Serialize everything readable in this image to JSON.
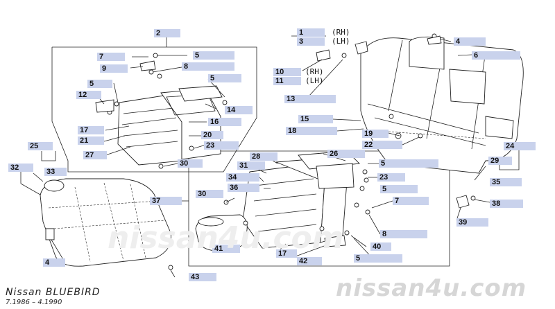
{
  "title": {
    "model": "Nissan BLUEBIRD",
    "years": "7.1986 – 4.1990"
  },
  "watermark": "nissan4u.com",
  "callouts": {
    "c2": "2",
    "c7": "7",
    "c5a": "5",
    "c9": "9",
    "c8a": "8",
    "c5b": "5",
    "c5c": "5",
    "c12": "12",
    "c14": "14",
    "c16": "16",
    "c17a": "17",
    "c21": "21",
    "c20": "20",
    "c23a": "23",
    "c27": "27",
    "c30a": "30",
    "c1": "1",
    "c3": "3",
    "c10": "10",
    "c11": "11",
    "c13": "13",
    "c4a": "4",
    "c6": "6",
    "c15": "15",
    "c18": "18",
    "c19": "19",
    "c22": "22",
    "c24": "24",
    "c29": "29",
    "c35": "35",
    "c38": "38",
    "c39": "39",
    "c25": "25",
    "c32": "32",
    "c33": "33",
    "c4b": "4",
    "c43": "43",
    "c28": "28",
    "c26": "26",
    "c31": "31",
    "c5d": "5",
    "c34": "34",
    "c23b": "23",
    "c36": "36",
    "c5e": "5",
    "c37": "37",
    "c30b": "30",
    "c7b": "7",
    "c8b": "8",
    "c41": "41",
    "c17b": "17",
    "c40": "40",
    "c42": "42",
    "c5f": "5"
  },
  "side_notes": {
    "rh1": "(RH)",
    "lh1": "(LH)",
    "rh2": "(RH)",
    "lh2": "(LH)"
  },
  "colors": {
    "label_bg": "#c9d2ec",
    "line": "#222222",
    "watermark": "#d6d6d6"
  }
}
